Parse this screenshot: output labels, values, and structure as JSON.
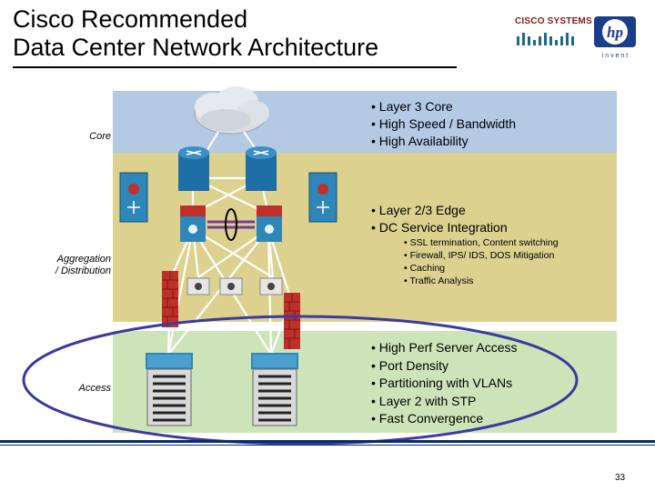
{
  "slide": {
    "title_line1": "Cisco Recommended",
    "title_line2": "Data Center Network Architecture",
    "page_number": "33"
  },
  "logos": {
    "cisco": "CISCO SYSTEMS",
    "hp_mark": "hp",
    "hp_tagline": "i n v e n t"
  },
  "layers": {
    "core": {
      "label": "Core",
      "color": "#b3c9e4",
      "bullets": [
        "• Layer 3 Core",
        "• High Speed / Bandwidth",
        "• High Availability"
      ]
    },
    "aggregation": {
      "label_line1": "Aggregation",
      "label_line2": "/ Distribution",
      "color": "#dcd18f",
      "bullets": [
        "• Layer 2/3 Edge",
        "• DC Service Integration"
      ],
      "sub_bullets": [
        "• SSL termination, Content switching",
        "• Firewall, IPS/ IDS, DOS Mitigation",
        "• Caching",
        "• Traffic Analysis"
      ]
    },
    "access": {
      "label": "Access",
      "color": "#cde4b8",
      "bullets": [
        "• High Perf Server Access",
        "• Port Density",
        "• Partitioning with VLANs",
        "• Layer 2 with STP",
        "• Fast Convergence"
      ]
    }
  },
  "icons": [
    "cloud-icon",
    "router-icon",
    "multilayer-switch-icon",
    "service-module-icon",
    "firewall-icon",
    "appliance-icon",
    "access-switch-icon"
  ],
  "colors": {
    "highlight_ellipse": "#3a3aa0",
    "footer_rule": "#0a2a6b",
    "router": "#1d6fa5",
    "switch": "#2f86b8",
    "firewall": "#c0302a"
  }
}
